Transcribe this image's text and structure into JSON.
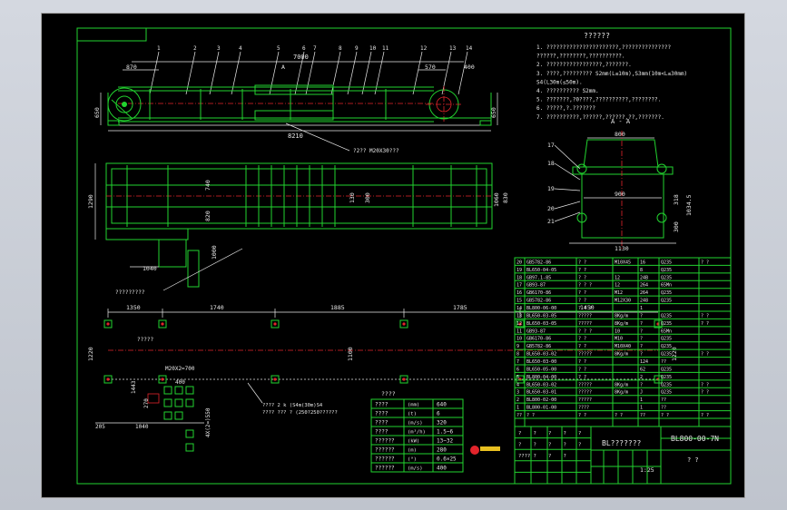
{
  "tech_req": {
    "title": "??????",
    "lines": [
      "1. ??????????????????????,???????????????",
      "   ??????,????????,??????????.",
      "2. ?????????????????,???????.",
      "3. ????,?????????   S2mm(L≤10m),S3mm(10m<L≤30mm)",
      "   S4(L30m(≤50m).",
      "4. ??????????    S2mm.",
      "5. ???????,?0????,??????????,????????.",
      "6. ?????,?.???????",
      "7. ??????????,??????,??????,??,???????."
    ]
  },
  "front_view": {
    "part_numbers": [
      "1",
      "2",
      "3",
      "4",
      "5",
      "6",
      "7",
      "8",
      "9",
      "10",
      "11",
      "12",
      "13",
      "14"
    ],
    "dims": {
      "length": "8210",
      "span": "7000",
      "left_offset": "870",
      "right_offset": "570",
      "right_end": "400",
      "height_left": "650",
      "height_right": "650",
      "section_mark": "A",
      "drive_note": "?2?? M20X30???"
    }
  },
  "plan_view": {
    "dims": {
      "d1": "1290",
      "d2": "740",
      "d3": "820",
      "d4": "1000",
      "d5": "130",
      "d6": "1060",
      "d7": "1040",
      "d8": "300",
      "d9": "830"
    },
    "note": "?????????"
  },
  "section_view": {
    "title": "A - A",
    "dims": {
      "top": "800",
      "middle": "900",
      "bottom": "1130",
      "h1": "1034.5",
      "h2": "318",
      "h3": "300"
    },
    "callouts": [
      "17",
      "18",
      "19",
      "20",
      "21"
    ]
  },
  "foundation": {
    "spacings": [
      "1350",
      "1740",
      "1885",
      "1785",
      "1450"
    ],
    "heights": [
      "1220",
      "1220",
      "1100"
    ],
    "bolt_note": "M20X2=700",
    "bolt_label": "?????",
    "hole_note_1": "???? 2 k  (S4m(30m)S4",
    "hole_note_2": "???? ??? ? (250?250??????",
    "bottom_dims": [
      "205",
      "1040",
      "400",
      "270",
      "1443",
      "4X(2=)550"
    ]
  },
  "param_table": {
    "title": "????",
    "rows": [
      {
        "name": "????",
        "unit": "(mm)",
        "value": "640"
      },
      {
        "name": "????",
        "unit": "(t)",
        "value": "6"
      },
      {
        "name": "????",
        "unit": "(m/s)",
        "value": "320"
      },
      {
        "name": "????",
        "unit": "(m³/h)",
        "value": "1.5~6"
      },
      {
        "name": "??????",
        "unit": "(kW)",
        "value": "13~32"
      },
      {
        "name": "??????",
        "unit": "(m)",
        "value": "280"
      },
      {
        "name": "??????",
        "unit": "(°)",
        "value": "0.6×25"
      },
      {
        "name": "??????",
        "unit": "(m/s)",
        "value": "400"
      }
    ]
  },
  "bom": {
    "rows": [
      {
        "no": "20",
        "code": "GB5782-86",
        "name": "?  ?",
        "spec": "M10X45",
        "qty": "16",
        "mat": "Q235",
        "note": "?  ?"
      },
      {
        "no": "19",
        "code": "BL650-04-05",
        "name": "?  ?",
        "spec": "",
        "qty": "8",
        "mat": "Q235",
        "note": ""
      },
      {
        "no": "18",
        "code": "GB97.1-85",
        "name": "?  ?",
        "spec": "12",
        "qty": "24B",
        "mat": "Q235",
        "note": ""
      },
      {
        "no": "17",
        "code": "GB93-87",
        "name": "?  ?  ?",
        "spec": "12",
        "qty": "264",
        "mat": "65Mn",
        "note": ""
      },
      {
        "no": "16",
        "code": "GB6170-86",
        "name": "?  ?",
        "spec": "M12",
        "qty": "264",
        "mat": "Q235",
        "note": ""
      },
      {
        "no": "15",
        "code": "GB5782-86",
        "name": "?  ?",
        "spec": "M12X30",
        "qty": "248",
        "mat": "Q235",
        "note": ""
      },
      {
        "no": "14",
        "code": "BL800-06-00",
        "name": "?  ?  ?",
        "spec": "",
        "qty": "1",
        "mat": "",
        "note": ""
      },
      {
        "no": "13",
        "code": "BL650-03-05",
        "name": "?????",
        "spec": "8Kg/m",
        "qty": "?",
        "mat": "Q235",
        "note": "?  ?"
      },
      {
        "no": "12",
        "code": "BL650-03-05",
        "name": "?????",
        "spec": "8Kg/m",
        "qty": "?",
        "mat": "Q235",
        "note": "?  ?"
      },
      {
        "no": "11",
        "code": "GB93-87",
        "name": "?  ?  ?",
        "spec": "10",
        "qty": "?",
        "mat": "65Mn",
        "note": ""
      },
      {
        "no": "10",
        "code": "GB6170-86",
        "name": "?  ?",
        "spec": "M10",
        "qty": "?",
        "mat": "Q235",
        "note": ""
      },
      {
        "no": "9",
        "code": "GB5782-86",
        "name": "?  ?",
        "spec": "M10X40",
        "qty": "?",
        "mat": "Q235",
        "note": ""
      },
      {
        "no": "8",
        "code": "BL650-03-02",
        "name": "?????",
        "spec": "8Kg/m",
        "qty": "?",
        "mat": "Q235",
        "note": "?  ?"
      },
      {
        "no": "7",
        "code": "BL650-03-00",
        "name": "?  ?",
        "spec": "",
        "qty": "124",
        "mat": "??",
        "note": ""
      },
      {
        "no": "6",
        "code": "BL650-05-00",
        "name": "?  ?",
        "spec": "",
        "qty": "62",
        "mat": "Q235",
        "note": ""
      },
      {
        "no": "5",
        "code": "BL800-04-00",
        "name": "?  ?",
        "spec": "",
        "qty": "2",
        "mat": "Q235",
        "note": ""
      },
      {
        "no": "4",
        "code": "BL650-03-02",
        "name": "?????",
        "spec": "8Kg/m",
        "qty": "?",
        "mat": "Q235",
        "note": "?  ?"
      },
      {
        "no": "3",
        "code": "BL650-03-01",
        "name": "?????",
        "spec": "8Kg/m",
        "qty": "J",
        "mat": "Q235",
        "note": "?  ?"
      },
      {
        "no": "2",
        "code": "BL800-02-00",
        "name": "?????",
        "spec": "",
        "qty": "1",
        "mat": "??",
        "note": ""
      },
      {
        "no": "1",
        "code": "BL800-01-00",
        "name": "????",
        "spec": "",
        "qty": "1",
        "mat": "??",
        "note": ""
      }
    ],
    "header": {
      "no": "??",
      "code": "?  ?",
      "name": "?  ?",
      "spec": "?  ?",
      "qty": "??",
      "mat": "?  ?",
      "note": "?  ?"
    }
  },
  "title_block": {
    "drawing_name": "BL???????",
    "drawing_code": "BL800-00-7N",
    "scale": "1:25",
    "sheet": "?  ?",
    "cells": [
      "?",
      "?",
      "?",
      "?",
      "?",
      "?",
      "?",
      "?",
      "?",
      "?",
      "????",
      "?",
      "?",
      "?"
    ]
  }
}
